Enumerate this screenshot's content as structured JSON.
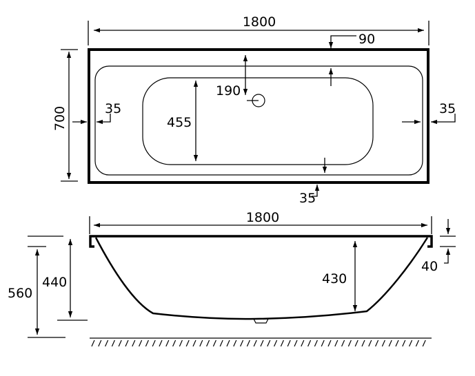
{
  "top_view": {
    "length": "1800",
    "width": "700",
    "rim_top": "90",
    "drain_offset": "190",
    "basin_width": "455",
    "rim_left": "35",
    "rim_right": "35",
    "rim_bottom": "35"
  },
  "side_view": {
    "length": "1800",
    "total_height": "560",
    "body_height": "440",
    "inner_depth": "430",
    "rim_height": "40"
  }
}
